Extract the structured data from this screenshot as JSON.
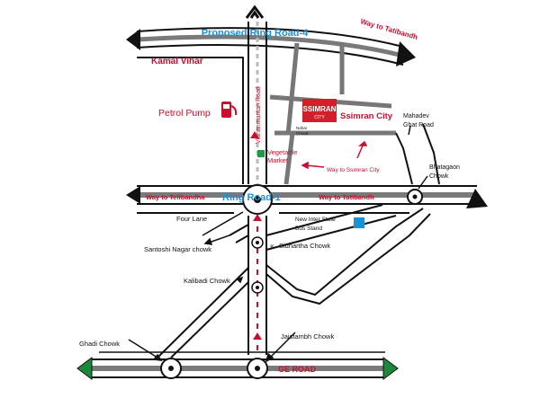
{
  "labels": {
    "proposed_ring_road": "Proposed Ring Road-4",
    "way_to_tatibandh_top": "Way to Tatibandh",
    "kamal_vihar": "Kamal Vihar",
    "petrol_pump": "Petrol Pump",
    "vidhan_road": "Vidhanmantan Road",
    "ssimran_logo_top": "SSIMRAN",
    "ssimran_logo_bottom": "CITY",
    "ssimran_city": "Ssimran City",
    "nahar_chowk_1": "Nahar",
    "nahar_chowk_2": "Chowk",
    "vegetable_1": "Vegetable",
    "vegetable_2": "Market",
    "way_to_ssimran": "Way to  Ssimran City",
    "mahadev_1": "Mahadev",
    "mahadev_2": "Ghat Road",
    "bhatagaon_1": "Bhatagaon",
    "bhatagaon_2": "Chowk",
    "way_to_telibandha": "Way to Telibandha",
    "ring_road_1": "Ring Road-1",
    "way_to_tatibandh_mid": "Way to Tatibandh",
    "four_lane": "Four Lane",
    "bus_stand_1": "New Inter State",
    "bus_stand_2": "Bus Stand",
    "santoshi_nagar": "Santoshi Nagar chowk",
    "sidhartha_chowk": "Sidhartha Chowk",
    "kalibadi_chowk": "Kalibadi Chowk",
    "ghadi_chowk": "Ghadi Chowk",
    "jaistambh_chowk": "Jaistambh Chowk",
    "ge_road": "GE ROAD"
  },
  "colors": {
    "road_label_blue": "#1e90d6",
    "label_red": "#c8102e",
    "arrow_green": "#1a8a3a",
    "bus_stand": "#1e90d6",
    "vegetable_market": "#1f9a3b",
    "logo_red": "#d11f2c",
    "grey_road": "#7a7a7a"
  },
  "icons": [
    "north-arrow-icon",
    "petrol-pump-icon",
    "roundabout-icon",
    "direction-arrow-icon"
  ]
}
